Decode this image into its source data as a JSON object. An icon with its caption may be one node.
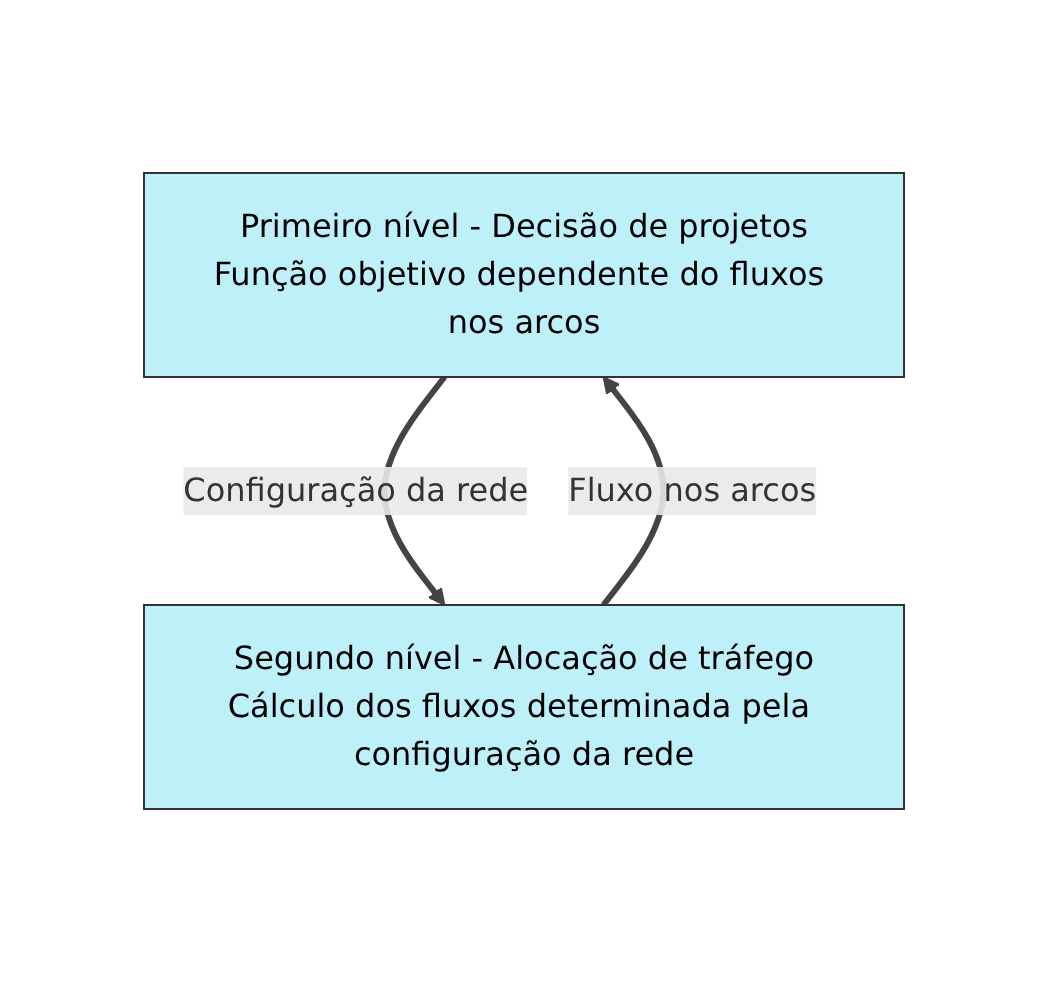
{
  "diagram": {
    "nodes": [
      {
        "text": [
          "Primeiro nível - Decisão de projetos",
          "Função objetivo dependente do fluxos nos arcos"
        ]
      },
      {
        "text": [
          "Segundo nível - Alocação de tráfego",
          "Cálculo dos fluxos determinada pela configuração da rede"
        ]
      }
    ],
    "edges": [
      {
        "from": 1,
        "to": 0,
        "arrow": "to",
        "label": "Fluxo nos arcos"
      },
      {
        "from": 0,
        "to": 1,
        "arrow": "to",
        "label": "Configuração da rede"
      }
    ]
  }
}
